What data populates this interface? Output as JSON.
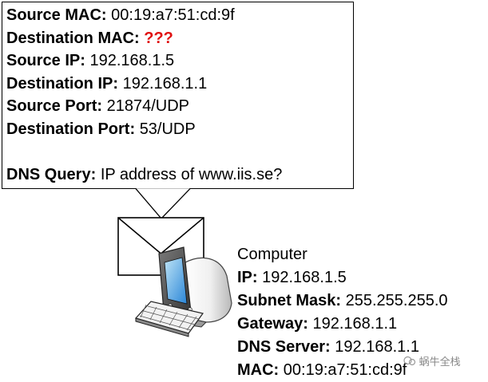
{
  "packet": {
    "source_mac_label": "Source MAC:",
    "source_mac_value": "00:19:a7:51:cd:9f",
    "destination_mac_label": "Destination MAC:",
    "destination_mac_value": "???",
    "source_ip_label": "Source IP:",
    "source_ip_value": "192.168.1.5",
    "destination_ip_label": "Destination IP:",
    "destination_ip_value": "192.168.1.1",
    "source_port_label": "Source Port:",
    "source_port_value": "21874/UDP",
    "destination_port_label": "Destination Port:",
    "destination_port_value": "53/UDP",
    "dns_query_label": "DNS Query:",
    "dns_query_value": "IP address of www.iis.se?"
  },
  "computer": {
    "title": "Computer",
    "ip_label": "IP:",
    "ip_value": "192.168.1.5",
    "subnet_label": "Subnet Mask:",
    "subnet_value": "255.255.255.0",
    "gateway_label": "Gateway:",
    "gateway_value": "192.168.1.1",
    "dns_label": "DNS Server:",
    "dns_value": "192.168.1.1",
    "mac_label": "MAC:",
    "mac_value": "00:19:a7:51:cd:9f"
  },
  "watermark": "蜗牛全栈",
  "colors": {
    "unknown": "#e01010"
  },
  "icons": [
    "envelope-icon",
    "computer-icon",
    "monitor-icon",
    "keyboard-icon",
    "watermark-logo-icon"
  ]
}
